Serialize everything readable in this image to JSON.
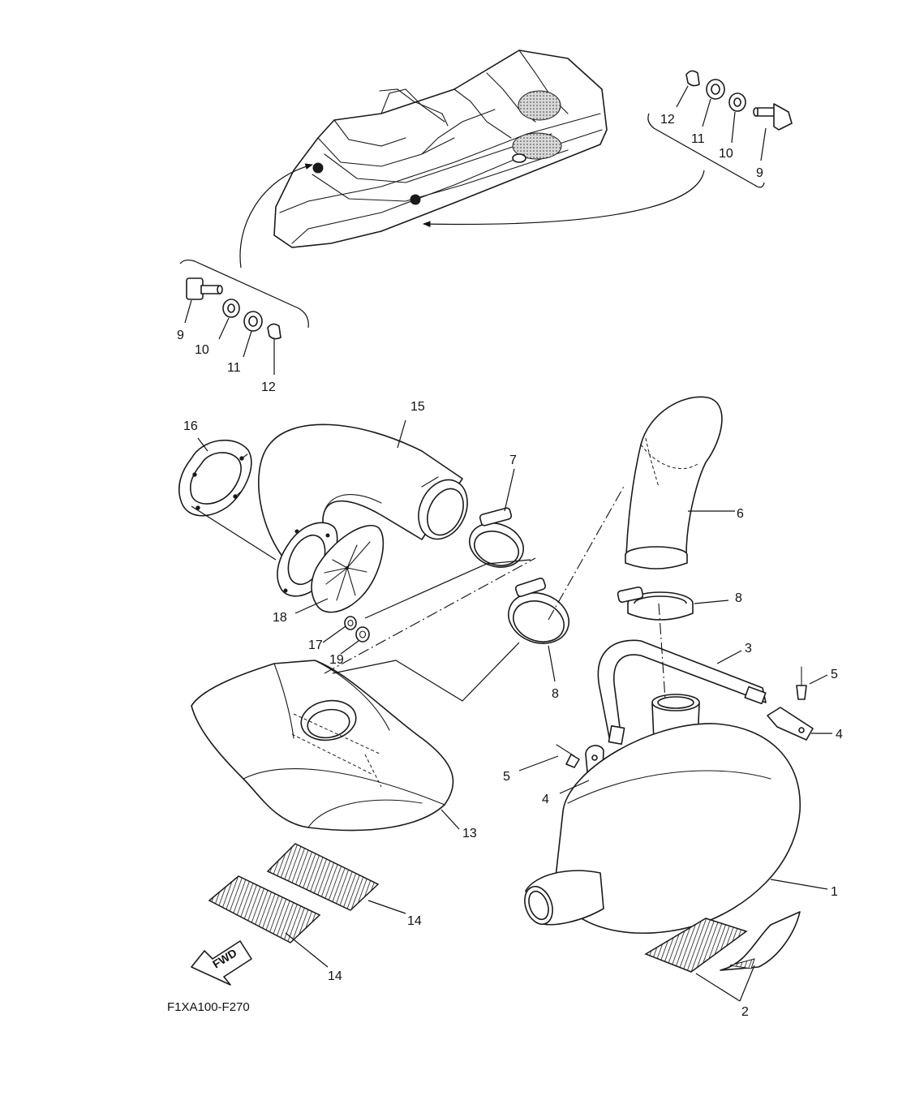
{
  "diagram_code": "F1XA100-F270",
  "fwd_label": "FWD",
  "callouts": {
    "c1": "1",
    "c2": "2",
    "c3": "3",
    "c4a": "4",
    "c4b": "4",
    "c5a": "5",
    "c5b": "5",
    "c6": "6",
    "c7": "7",
    "c8a": "8",
    "c8b": "8",
    "c9a": "9",
    "c9b": "9",
    "c10a": "10",
    "c10b": "10",
    "c11a": "11",
    "c11b": "11",
    "c12a": "12",
    "c12b": "12",
    "c13": "13",
    "c14a": "14",
    "c14b": "14",
    "c15": "15",
    "c16": "16",
    "c17": "17",
    "c18": "18",
    "c19": "19"
  }
}
